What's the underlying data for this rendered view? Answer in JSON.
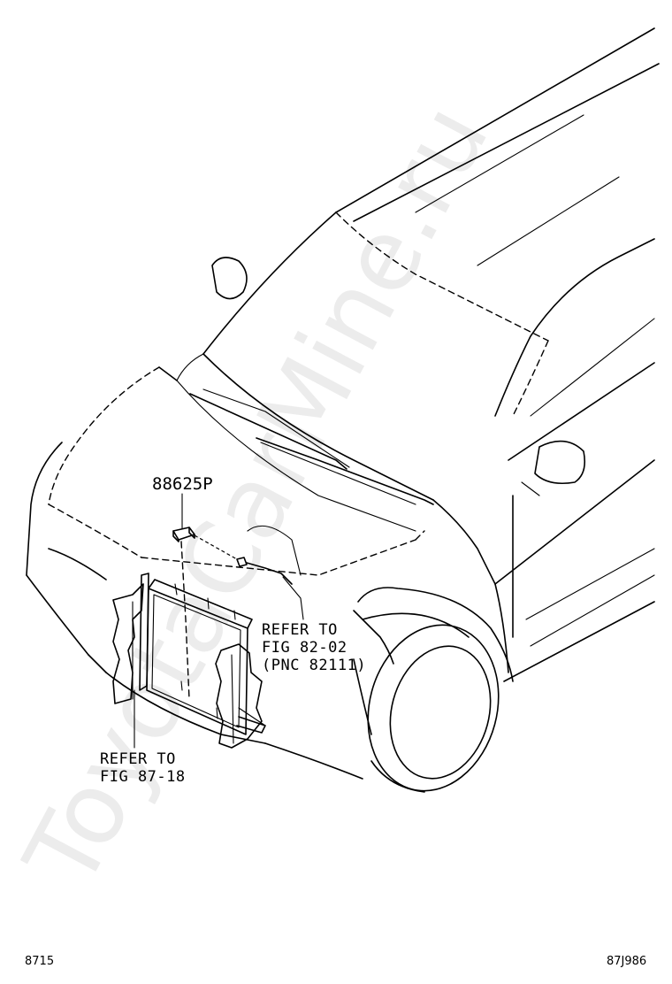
{
  "part_label": "88625P",
  "callouts": {
    "wire": {
      "line1": "REFER TO",
      "line2": "FIG 82-02",
      "line3": "(PNC 82111)"
    },
    "condenser": {
      "line1": "REFER TO",
      "line2": "FIG 87-18"
    }
  },
  "footer": {
    "left": "8715",
    "right": "87J986"
  },
  "watermark": "ToyotaCarMine.ru"
}
